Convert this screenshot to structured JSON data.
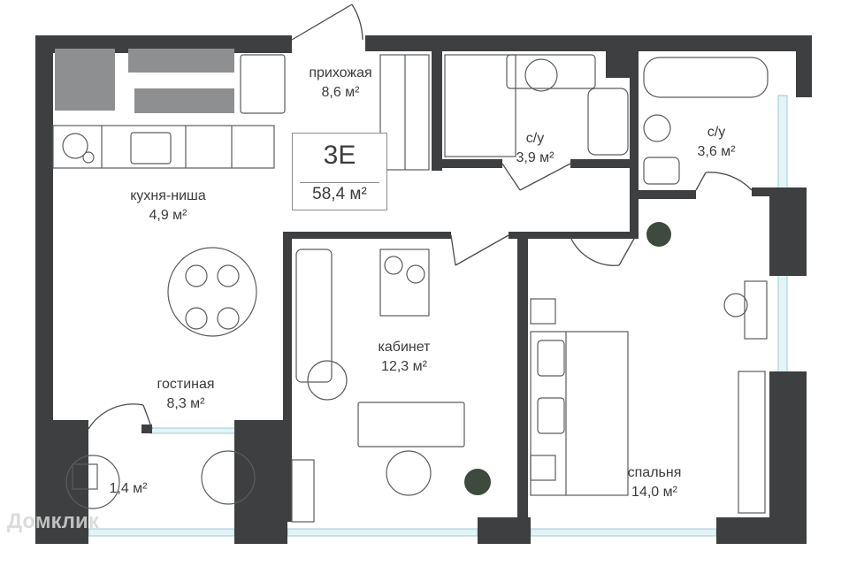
{
  "apartment": {
    "code": "3E",
    "total_area": "58,4 м²"
  },
  "rooms": [
    {
      "name": "прихожая",
      "area": "8,6 м²"
    },
    {
      "name": "с/у",
      "area": "3,9 м²"
    },
    {
      "name": "с/у",
      "area": "3,6 м²"
    },
    {
      "name": "кухня-ниша",
      "area": "4,9 м²"
    },
    {
      "name": "гостиная",
      "area": "8,3 м²"
    },
    {
      "name": "кабинет",
      "area": "12,3 м²"
    },
    {
      "name": "спальня",
      "area": "14,0 м²"
    },
    {
      "name": "",
      "area": "1,4 м²"
    }
  ],
  "watermark": "Домклик",
  "colors": {
    "wall": "#3d3f40",
    "window": "#cde8ee",
    "line": "#4a4c4d"
  }
}
